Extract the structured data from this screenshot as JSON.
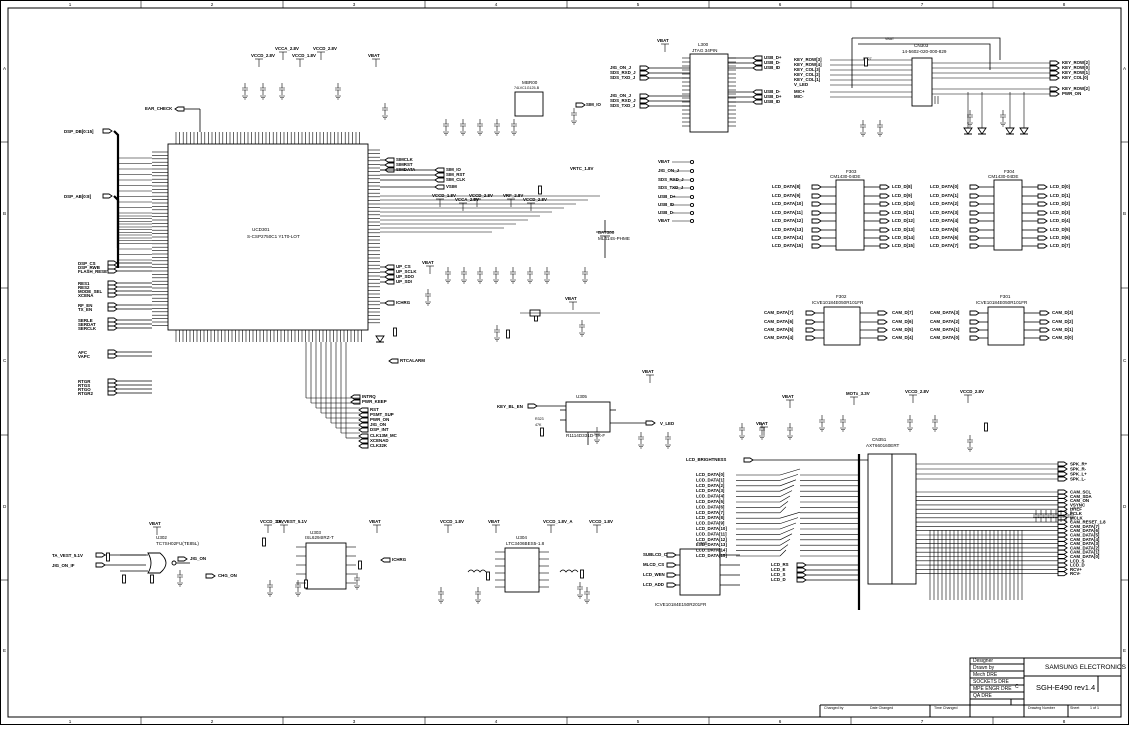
{
  "frame": {
    "columns": [
      "1",
      "2",
      "3",
      "4",
      "5",
      "6",
      "7",
      "8"
    ],
    "rows": [
      "A",
      "B",
      "C",
      "D",
      "E"
    ]
  },
  "title_block": {
    "company": "SAMSUNG ELECTRONICS",
    "model": "SGH-E490 rev1.4",
    "sheet_letter": "C",
    "fields": [
      "Designer",
      "Drawn by",
      "Mech DRE",
      "SOCKETS DRE",
      "MPE ENGR DRE",
      "QA DRE"
    ],
    "bottom_fields": [
      "Changed by",
      "Date Changed",
      "Time Changed",
      "Drawing Number",
      "Sheet"
    ],
    "sheet_of": "1 of 1"
  },
  "main_ic": {
    "ref": "UCD301",
    "part": "S-CSP2750C1 Y1T0-LOT"
  },
  "jtag": {
    "ref": "L300",
    "part": "JTAG 34PIN"
  },
  "conn": {
    "ref": "CN303",
    "part": "14-5602-020-000-829"
  },
  "lcd_conn": {
    "ref": "CN351",
    "part": "AXT660160ERT"
  },
  "filters": [
    {
      "ref": "F303",
      "part": "CM1430-04DE"
    },
    {
      "ref": "F304",
      "part": "CM1430-04DE"
    },
    {
      "ref": "F302",
      "part": "ICVE10184E050R101FR"
    },
    {
      "ref": "F301",
      "part": "ICVE10184E050R101FR"
    },
    {
      "ref": "F305",
      "part": "ICVE10184E150R201FR"
    }
  ],
  "ldo": {
    "ref": "U305",
    "part": "R1114D331D-TR-F"
  },
  "charger": {
    "ref": "U303",
    "part": "ISL6294IRZ-T"
  },
  "gate": {
    "ref": "U302",
    "part": "TC7SH02FU(TE85L)"
  },
  "boost": {
    "ref": "U304",
    "part": "LTC3406BES5-1.8"
  },
  "battery": {
    "ref": "BAT300",
    "part": "ML414S-PHME"
  },
  "regulator": {
    "ref": "MBR00",
    "part": "74LVC1G125-B"
  },
  "nets": {
    "left": [
      "EAR_CHECK",
      "DSP_DB[0:15]",
      "DSP_AB[0:8]",
      "DSP_CS",
      "DSP_RWB",
      "FLASH_RESET",
      "RES1",
      "RES2",
      "MODE_SEL",
      "XCENA",
      "RF_EN",
      "TX_EN",
      "SERLE",
      "SERDAT",
      "SERCLK",
      "AFC",
      "VAPC",
      "RTGR",
      "RTGS",
      "RTGO",
      "RTGR2",
      "TA_VEST_5.1V",
      "JIG_ON_IF"
    ],
    "mid": [
      "SIMCLK",
      "SIMRST",
      "SIMDATA",
      "SIM_IO",
      "SIM_RST",
      "SIM_CLK",
      "VSIM",
      "UP_CS",
      "UP_SCLK",
      "UP_SDO",
      "UP_SDI",
      "ICHRG",
      "RTCALARM",
      "INTRQ",
      "PWR_KEEP",
      "RST",
      "PSMT_SUP",
      "PWR_ON",
      "JIG_ON",
      "DSP_INT",
      "CLK13M_MC",
      "XCENAD",
      "CLK32K",
      "SIM_IO",
      "VRTC_1.8V",
      "JIG_ON",
      "CHG_ON",
      "ICHRG"
    ],
    "jtag": [
      "JIG_ON_J",
      "SDS_RXD_J",
      "SDS_TXD_J",
      "JIG_ON_J",
      "SDS_RXD_J",
      "SDS_TXD_J",
      "USB_D+",
      "USB_D-",
      "USB_ID",
      "USB_D-",
      "USB_D+",
      "USB_ID"
    ],
    "test": [
      "VBAT",
      "JIG_ON_J",
      "SDS_RXD_J",
      "SDS_TXD_J",
      "USB_D+",
      "USB_ID",
      "USB_D-",
      "VBAT"
    ],
    "keys_in": [
      "KEY_ROW[3]",
      "KEY_ROW[4]",
      "KEY_COL[3]",
      "KEY_COL[2]",
      "KEY_COL[1]",
      "V_LED",
      "MIC+",
      "MIC-"
    ],
    "keys_out": [
      "KEY_ROW[2]",
      "KEY_ROW[0]",
      "KEY_ROW[1]",
      "KEY_COL[0]",
      "KEY_ROW[2]",
      "PWR_ON"
    ],
    "lcd_in_a": [
      "LCD_DATA[8]",
      "LCD_DATA[9]",
      "LCD_DATA[10]",
      "LCD_DATA[11]",
      "LCD_DATA[12]",
      "LCD_DATA[13]",
      "LCD_DATA[14]",
      "LCD_DATA[15]"
    ],
    "lcd_out_a": [
      "LCD_D[8]",
      "LCD_D[9]",
      "LCD_D[10]",
      "LCD_D[11]",
      "LCD_D[12]",
      "LCD_D[13]",
      "LCD_D[14]",
      "LCD_D[15]"
    ],
    "lcd_in_b": [
      "LCD_DATA[0]",
      "LCD_DATA[1]",
      "LCD_DATA[2]",
      "LCD_DATA[3]",
      "LCD_DATA[4]",
      "LCD_DATA[5]",
      "LCD_DATA[6]",
      "LCD_DATA[7]"
    ],
    "lcd_out_b": [
      "LCD_D[0]",
      "LCD_D[1]",
      "LCD_D[2]",
      "LCD_D[3]",
      "LCD_D[4]",
      "LCD_D[5]",
      "LCD_D[6]",
      "LCD_D[7]"
    ],
    "cam_in_a": [
      "CAM_DATA[7]",
      "CAM_DATA[6]",
      "CAM_DATA[5]",
      "CAM_DATA[4]"
    ],
    "cam_out_a": [
      "CAM_D[7]",
      "CAM_D[6]",
      "CAM_D[5]",
      "CAM_D[4]"
    ],
    "cam_in_b": [
      "CAM_DATA[3]",
      "CAM_DATA[2]",
      "CAM_DATA[1]",
      "CAM_DATA[0]"
    ],
    "cam_out_b": [
      "CAM_D[3]",
      "CAM_D[2]",
      "CAM_D[1]",
      "CAM_D[0]"
    ],
    "lcd_conn_left": [
      "LCD_BRIGHTNESS",
      "LCD_DATA[0]",
      "LCD_DATA[1]",
      "LCD_DATA[2]",
      "LCD_DATA[3]",
      "LCD_DATA[4]",
      "LCD_DATA[5]",
      "LCD_DATA[6]",
      "LCD_DATA[7]",
      "LCD_DATA[8]",
      "LCD_DATA[9]",
      "LCD_DATA[10]",
      "LCD_DATA[11]",
      "LCD_DATA[12]",
      "LCD_DATA[13]",
      "LCD_DATA[14]",
      "LCD_DATA[15]"
    ],
    "lcd_conn_right": [
      "SPK_R+",
      "SPK_R-",
      "SPK_L+",
      "SPK_L-",
      "CAM_SCL",
      "CAM_SDA",
      "CAM_ON",
      "VSYNC",
      "HREF",
      "PCLK",
      "MCLK",
      "CAM_RESET_1.8",
      "CAM_DATA[7]",
      "CAM_DATA[6]",
      "CAM_DATA[5]",
      "CAM_DATA[4]",
      "CAM_DATA[3]",
      "CAM_DATA[2]",
      "CAM_DATA[1]",
      "CAM_DATA[0]",
      "LCD_S",
      "LCD_D",
      "RCV+",
      "RCV-"
    ],
    "f305_in": [
      "SUBLCD_CS",
      "MLCD_CS",
      "LCD_WEN",
      "LCD_ADD"
    ],
    "f305_out": [
      "LCD_RS",
      "LCD_E",
      "LCD_S",
      "LCD_D"
    ],
    "rails": [
      "VCCD_2.8V",
      "VCCA_2.8V",
      "VCCD_1.8V",
      "VCCD_2.8V",
      "VBAT",
      "VBAT",
      "VCCD_1.8V",
      "VCCA_2.8V",
      "VCCD_2.8V",
      "VRF_2.8V",
      "VCCD_2.8V",
      "VBAT",
      "VBAT",
      "VBAT",
      "VCCD_1.8V",
      "TA_VEST_5.1V",
      "VBAT",
      "VCCD_1.8V",
      "VBAT",
      "VCCD_1.8V_A",
      "VCCD_1.8V",
      "VBAT",
      "VBAT",
      "VBAT",
      "MOTx_3.3V",
      "VCCD_2.8V",
      "VCCD_2.8V"
    ],
    "misc": [
      "KEY_BL_EN",
      "V_LED",
      "VCCD_2.8V"
    ]
  },
  "labels": {
    "key_r": "R327",
    "key_v": "VBAT",
    "bl_r": "R323",
    "bl_rv": "47K"
  }
}
